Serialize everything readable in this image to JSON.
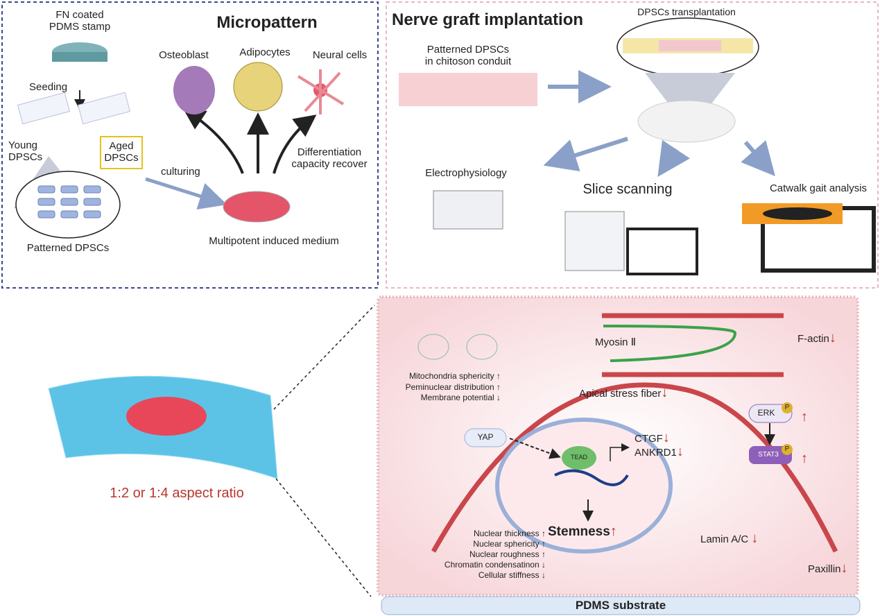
{
  "panels": {
    "micropattern": {
      "title": "Micropattern",
      "stamp": "FN coated\nPDMS stamp",
      "seeding": "Seeding",
      "young": "Young\nDPSCs",
      "aged": "Aged\nDPSCs",
      "patterned": "Patterned DPSCs",
      "culturing": "culturing",
      "medium": "Multipotent induced medium",
      "osteoblast": "Osteoblast",
      "adipocytes": "Adipocytes",
      "neural": "Neural cells",
      "differentiation": "Differentiation\ncapacity recover"
    },
    "graft": {
      "title": "Nerve graft implantation",
      "transplant": "DPSCs transplantation",
      "conduit": "Patterned DPSCs\nin chitoson conduit",
      "electro": "Electrophysiology",
      "slice": "Slice scanning",
      "catwalk": "Catwalk gait analysis"
    },
    "cell": {
      "aspect": "1:2 or 1:4 aspect ratio",
      "myosin": "Myosin Ⅱ",
      "factin": "F-actin",
      "mito": [
        "Mitochondria sphericity ↑",
        "Peminuclear distribution ↑",
        "Membrane potential ↓"
      ],
      "apical": "Apical stress fiber",
      "yap": "YAP",
      "tead": "TEAD",
      "ctgf": "CTGF",
      "ankrd1": "ANKRD1",
      "erk": "ERK",
      "stat3": "STAT3",
      "p": "P",
      "stemness": "Stemness",
      "lamin": "Lamin A/C",
      "paxillin": "Paxillin",
      "nuclear": [
        "Nuclear thickness ↑",
        "Nuclear sphericity ↑",
        "Nuclear roughness ↑",
        "Chromatin condensatinon ↓",
        "Cellular stiffness ↓"
      ],
      "substrate": "PDMS substrate",
      "down": "↓",
      "up": "↑"
    }
  },
  "colors": {
    "blue_border": "#3b4a8a",
    "pink_border": "#e6b8c0",
    "cell_bg": "#fbe6e8",
    "substrate": "#dde9f6",
    "red_text": "#b8352e",
    "fiber": "#c9464a"
  }
}
